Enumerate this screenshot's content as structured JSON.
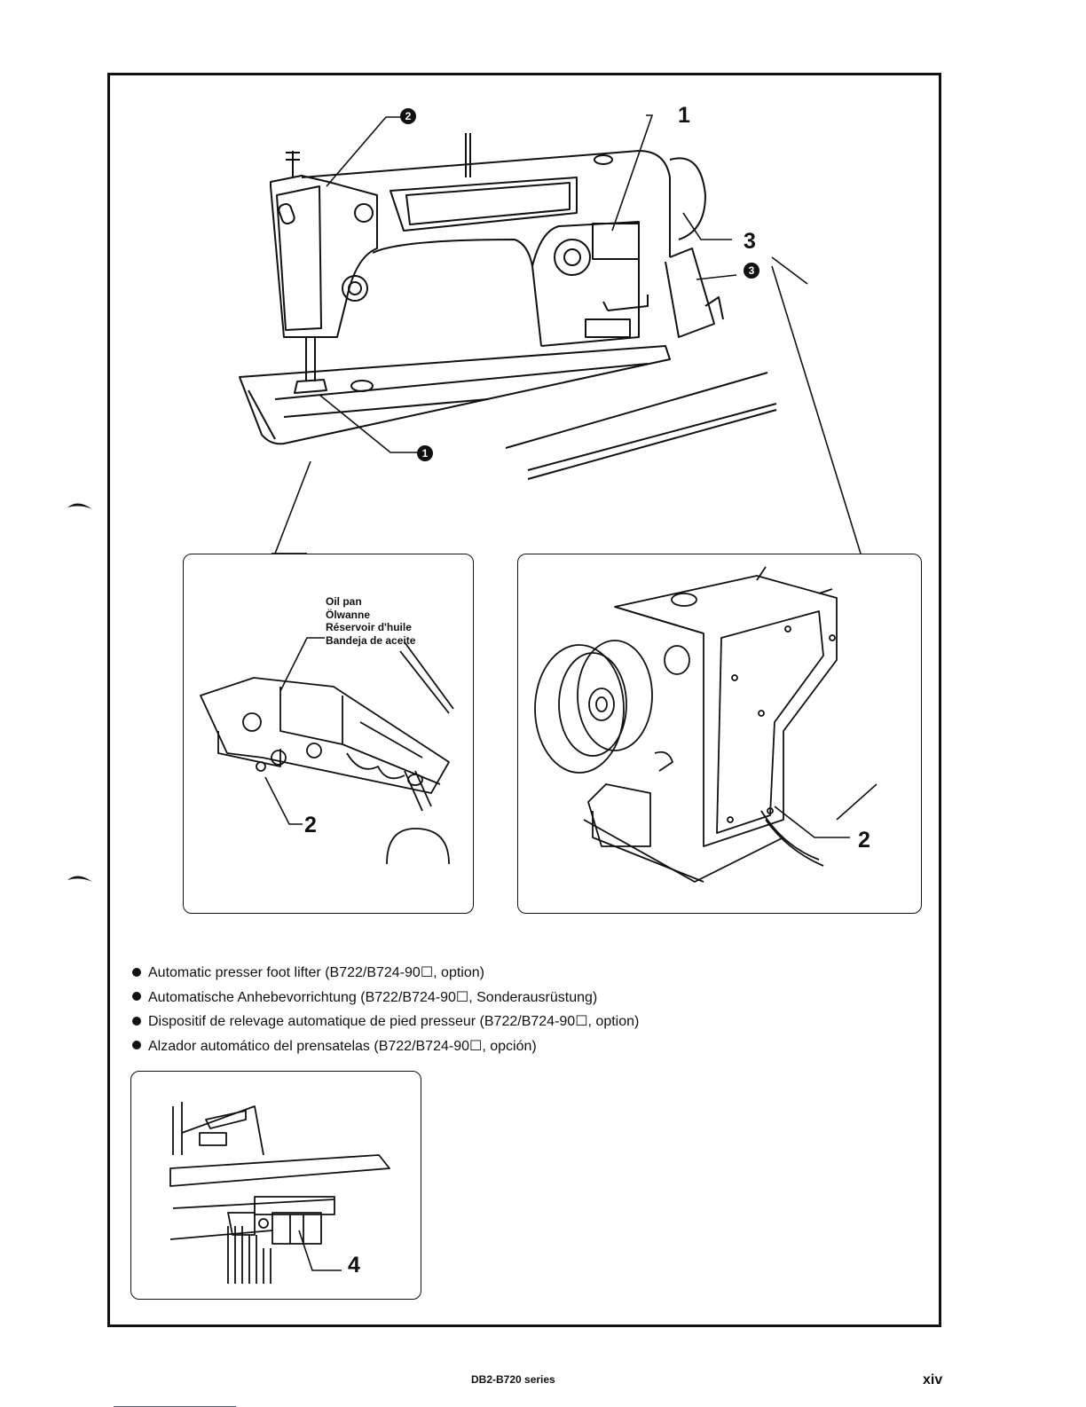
{
  "callouts": {
    "main_top": "1",
    "main_right": "3",
    "left_detail": "2",
    "right_detail": "2",
    "bottom_detail": "4"
  },
  "badges": {
    "b1": "1",
    "b2": "2",
    "b3": "3"
  },
  "oil_pan_label": {
    "english": "Oil pan",
    "german": "Ölwanne",
    "french": "Réservoir d'huile",
    "spanish": "Bandeja de aceite"
  },
  "bullets": [
    "Automatic presser foot lifter (B722/B724-90☐, option)",
    "Automatische Anhebevorrichtung (B722/B724-90☐, Sonderausrüstung)",
    "Dispositif de relevage automatique de pied presseur (B722/B724-90☐, option)",
    "Alzador automático del prensatelas (B722/B724-90☐, opción)"
  ],
  "footer": {
    "series": "DB2-B720 series",
    "page": "xiv"
  },
  "icons": [
    "margin-mark-icon",
    "filled-circle-badge-icon",
    "bullet-dot-icon"
  ]
}
